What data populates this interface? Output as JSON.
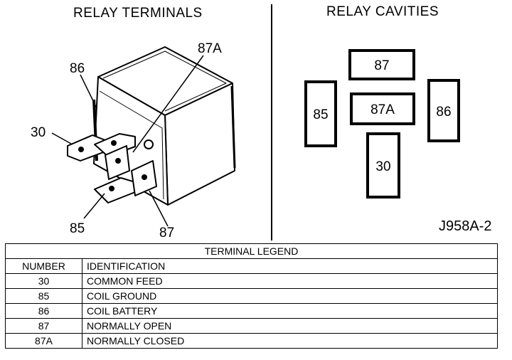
{
  "left_title": "RELAY TERMINALS",
  "right_title": "RELAY CAVITIES",
  "terminal_labels": {
    "t86": "86",
    "t87a": "87A",
    "t30": "30",
    "t85": "85",
    "t87": "87"
  },
  "cavities": {
    "c87": "87",
    "c85": "85",
    "c87a": "87A",
    "c86": "86",
    "c30": "30"
  },
  "figure_code": "J958A-2",
  "legend": {
    "caption": "TERMINAL LEGEND",
    "headers": {
      "number": "NUMBER",
      "identification": "IDENTIFICATION"
    },
    "rows": [
      {
        "number": "30",
        "identification": "COMMON FEED"
      },
      {
        "number": "85",
        "identification": "COIL GROUND"
      },
      {
        "number": "86",
        "identification": "COIL BATTERY"
      },
      {
        "number": "87",
        "identification": "NORMALLY OPEN"
      },
      {
        "number": "87A",
        "identification": "NORMALLY CLOSED"
      }
    ]
  }
}
